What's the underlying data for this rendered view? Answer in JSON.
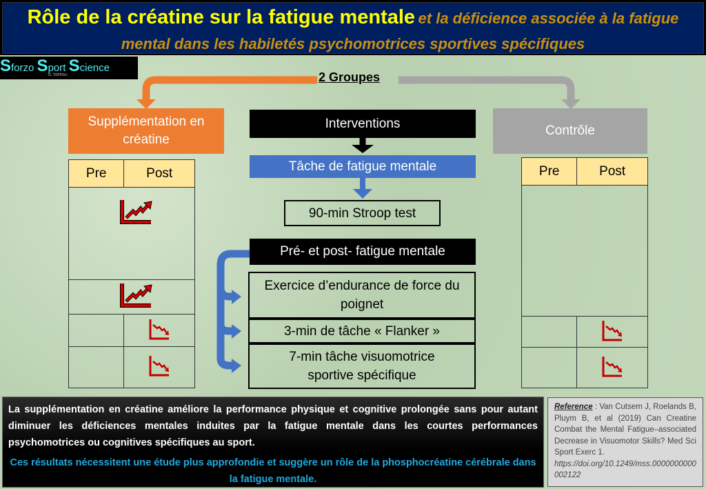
{
  "header": {
    "title_main": "Rôle de la créatine sur la fatigue mentale",
    "title_sub": "et la déficience associée à la fatigue mental dans les habiletés psychomotrices sportives spécifiques"
  },
  "logo": {
    "s": "S",
    "w1": "forzo",
    "w2": "port",
    "w3": "cience",
    "signature": "G. TOFFOLI"
  },
  "groups_label": "2  Groupes",
  "group_creatine": {
    "label": "Supplémentation en créatine",
    "color": "#ed7d31"
  },
  "group_control": {
    "label": "Contrôle",
    "color": "#a5a5a5"
  },
  "table_headers": {
    "pre": "Pre",
    "post": "Post"
  },
  "center": {
    "interventions": "Interventions",
    "task": "Tâche de fatigue mentale",
    "stroop": "90-min Stroop test",
    "pre_post": "Pré- et post- fatigue mentale",
    "tests": [
      "Exercice d’endurance de force du poignet",
      "3-min de tâche « Flanker »",
      "7-min tâche visuomotrice sportive spécifique"
    ]
  },
  "icons": {
    "increase": "trend-up-icon",
    "decrease": "trend-down-icon",
    "color": "#e00000"
  },
  "conclusion": {
    "main": "La supplémentation en créatine améliore la performance physique et cognitive prolongée sans pour autant diminuer les déficiences mentales induites par la fatigue mentale dans les courtes performances psychomotrices ou cognitives spécifiques au sport.",
    "note": "Ces résultats nécessitent une étude plus approfondie et suggère un rôle de la phosphocréatine cérébrale dans la fatigue mentale."
  },
  "reference": {
    "label": "Reference",
    "text": " : Van Cutsem J, Roelands B, Pluym B, et al (2019) Can Creatine Combat the Mental Fatigue–associated Decrease in Visuomotor Skills? Med Sci Sport Exerc 1.",
    "doi": "https://doi.org/10.1249/mss.0000000000002122"
  }
}
